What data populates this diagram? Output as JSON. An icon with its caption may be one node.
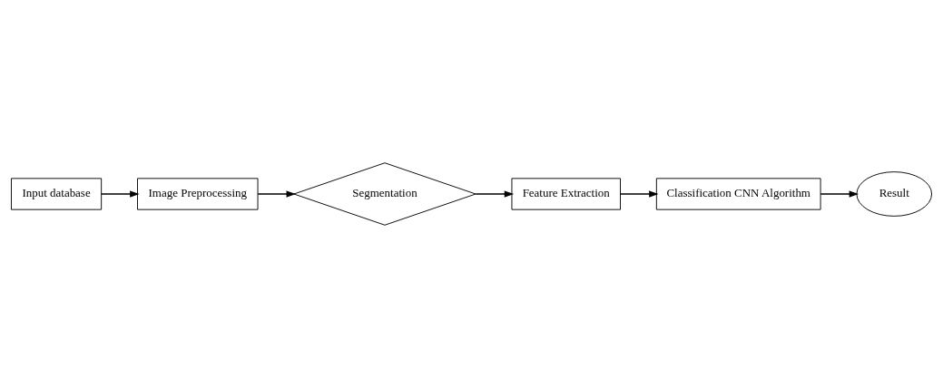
{
  "diagram": {
    "nodes": [
      {
        "text": [
          "Input database"
        ]
      },
      {
        "text": [
          "Image Preprocessing"
        ]
      },
      {
        "text": [
          "Segmentation"
        ]
      },
      {
        "text": [
          "Feature Extraction"
        ]
      },
      {
        "text": [
          "Classification CNN Algorithm"
        ]
      },
      {
        "text": [
          "Result"
        ]
      }
    ],
    "edges": [
      {
        "from": 0,
        "to": 1,
        "arrow": "to"
      },
      {
        "from": 1,
        "to": 2,
        "arrow": "to"
      },
      {
        "from": 2,
        "to": 3,
        "arrow": "to"
      },
      {
        "from": 3,
        "to": 4,
        "arrow": "to"
      },
      {
        "from": 4,
        "to": 5,
        "arrow": "to"
      }
    ]
  }
}
